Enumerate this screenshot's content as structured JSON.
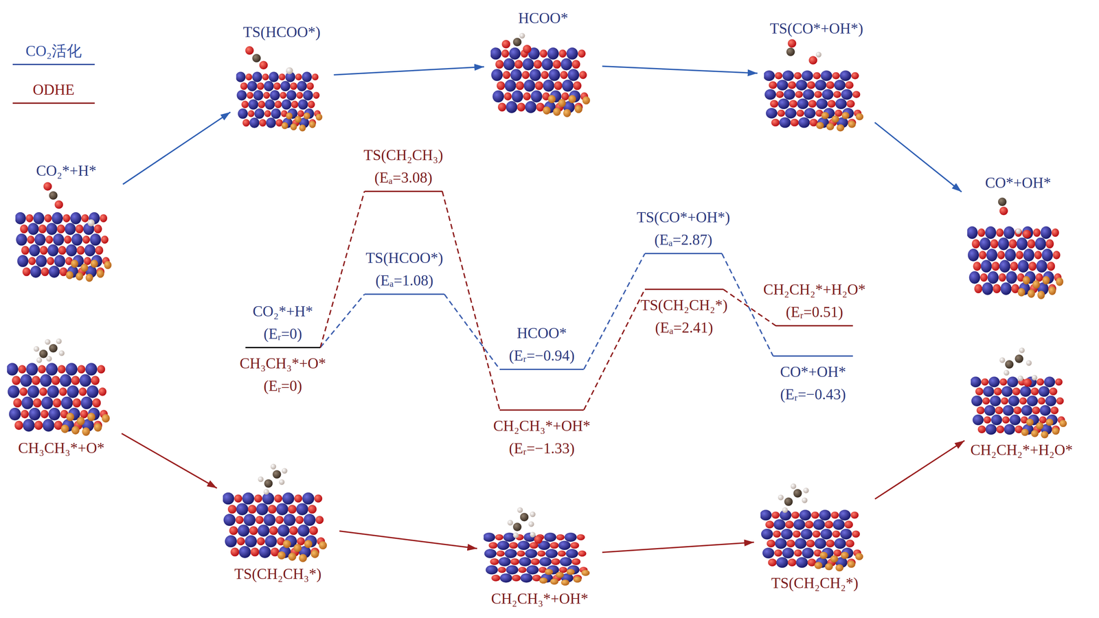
{
  "diagram": {
    "nodes": [
      {
        "text": [
          "CO₂*+H*"
        ]
      },
      {
        "text": [
          "TS(HCOO*)"
        ]
      },
      {
        "text": [
          "HCOO*"
        ]
      },
      {
        "text": [
          "TS(CO*+OH*)"
        ]
      },
      {
        "text": [
          "CO*+OH*"
        ]
      },
      {
        "text": [
          "CH₃CH₃*+O*"
        ]
      },
      {
        "text": [
          "TS(CH₂CH₃*)"
        ]
      },
      {
        "text": [
          "CH₂CH₃*+OH*"
        ]
      },
      {
        "text": [
          "TS(CH₂CH₂*)"
        ]
      },
      {
        "text": [
          "CH₂CH₂*+H₂O*"
        ]
      },
      {
        "text": [
          "CO₂*+H*",
          "(Eᵣ=0)"
        ]
      },
      {
        "text": [
          "CH₃CH₃*+O*",
          "(Eᵣ=0)"
        ]
      },
      {
        "text": [
          "TS(CH₂CH₃)",
          "(Eₐ=3.08)"
        ]
      },
      {
        "text": [
          "TS(HCOO*)",
          "(Eₐ=1.08)"
        ]
      },
      {
        "text": [
          "HCOO*",
          "(Eᵣ=−0.94)"
        ]
      },
      {
        "text": [
          "CH₂CH₃*+OH*",
          "(Eᵣ=−1.33)"
        ]
      },
      {
        "text": [
          "TS(CO*+OH*)",
          "(Eₐ=2.87)"
        ]
      },
      {
        "text": [
          "TS(CH₂CH₂*)",
          "(Eₐ=2.41)"
        ]
      },
      {
        "text": [
          "CH₂CH₂*+H₂O*",
          "(Eᵣ=0.51)"
        ]
      },
      {
        "text": [
          "CO*+OH*",
          "(Eᵣ=−0.43)"
        ]
      }
    ],
    "edges": [
      {
        "from": 0,
        "to": 1,
        "arrow": "to"
      },
      {
        "from": 1,
        "to": 2,
        "arrow": "to"
      },
      {
        "from": 2,
        "to": 3,
        "arrow": "to"
      },
      {
        "from": 3,
        "to": 4,
        "arrow": "to"
      },
      {
        "from": 5,
        "to": 6,
        "arrow": "to"
      },
      {
        "from": 6,
        "to": 7,
        "arrow": "to"
      },
      {
        "from": 7,
        "to": 8,
        "arrow": "to"
      },
      {
        "from": 8,
        "to": 9,
        "arrow": "to"
      },
      {
        "from": 10,
        "to": 13,
        "arrow": "none"
      },
      {
        "from": 13,
        "to": 14,
        "arrow": "none"
      },
      {
        "from": 14,
        "to": 16,
        "arrow": "none"
      },
      {
        "from": 16,
        "to": 19,
        "arrow": "none"
      },
      {
        "from": 11,
        "to": 12,
        "arrow": "none"
      },
      {
        "from": 12,
        "to": 15,
        "arrow": "none"
      },
      {
        "from": 15,
        "to": 17,
        "arrow": "none"
      },
      {
        "from": 17,
        "to": 18,
        "arrow": "none"
      }
    ],
    "legend": [
      {
        "text": "CO₂活化",
        "color": "#3550a0"
      },
      {
        "text": "ODHE",
        "color": "#8b1a1a"
      }
    ]
  }
}
